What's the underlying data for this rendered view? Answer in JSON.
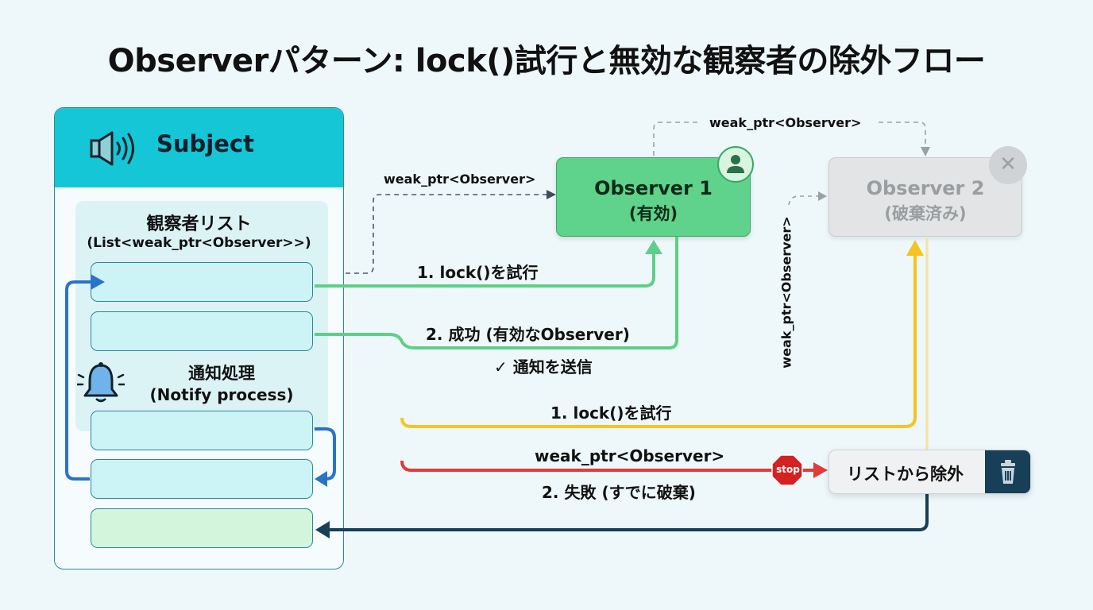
{
  "title": "Observerパターン: lock()試行と無効な観察者の除外フロー",
  "subject": {
    "title": "Subject",
    "icon": "speaker-icon",
    "list_title": "観察者リスト",
    "list_subtitle": "(List<weak_ptr<Observer>>)",
    "notify_title": "通知処理",
    "notify_subtitle": "(Notify process)",
    "notify_icon": "bell-icon",
    "slots": [
      {
        "state": "observer-ref"
      },
      {
        "state": "observer-ref"
      },
      {
        "state": "observer-ref"
      },
      {
        "state": "observer-ref"
      },
      {
        "state": "cleaned"
      }
    ]
  },
  "observer1": {
    "name": "Observer 1",
    "status": "(有効)",
    "icon": "person-icon"
  },
  "observer2": {
    "name": "Observer 2",
    "status": "(破棄済み)",
    "badge": "✕",
    "icon": "close-icon"
  },
  "edges": {
    "weak_ptr_top": "weak_ptr<Observer>",
    "weak_ptr_obs1": "weak_ptr<Observer>",
    "weak_ptr_vertical": "weak_ptr<Observer>",
    "lock_try_1": "1. lock()を試行",
    "success": "2. 成功 (有効なObserver)",
    "send_notify": "✓ 通知を送信",
    "lock_try_2": "1. lock()を試行",
    "weak_ptr_fail": "weak_ptr<Observer>",
    "fail": "2. 失敗 (すでに破棄)",
    "stop_label": "stop"
  },
  "remove": {
    "label": "リストから除外",
    "icon": "trash-icon"
  },
  "colors": {
    "success": "#5fcf87",
    "try_invalid": "#f5c423",
    "fail": "#e23b3b",
    "remove": "#173f57",
    "notify_loop": "#2a73c8",
    "subject_header": "#14c6d6"
  }
}
